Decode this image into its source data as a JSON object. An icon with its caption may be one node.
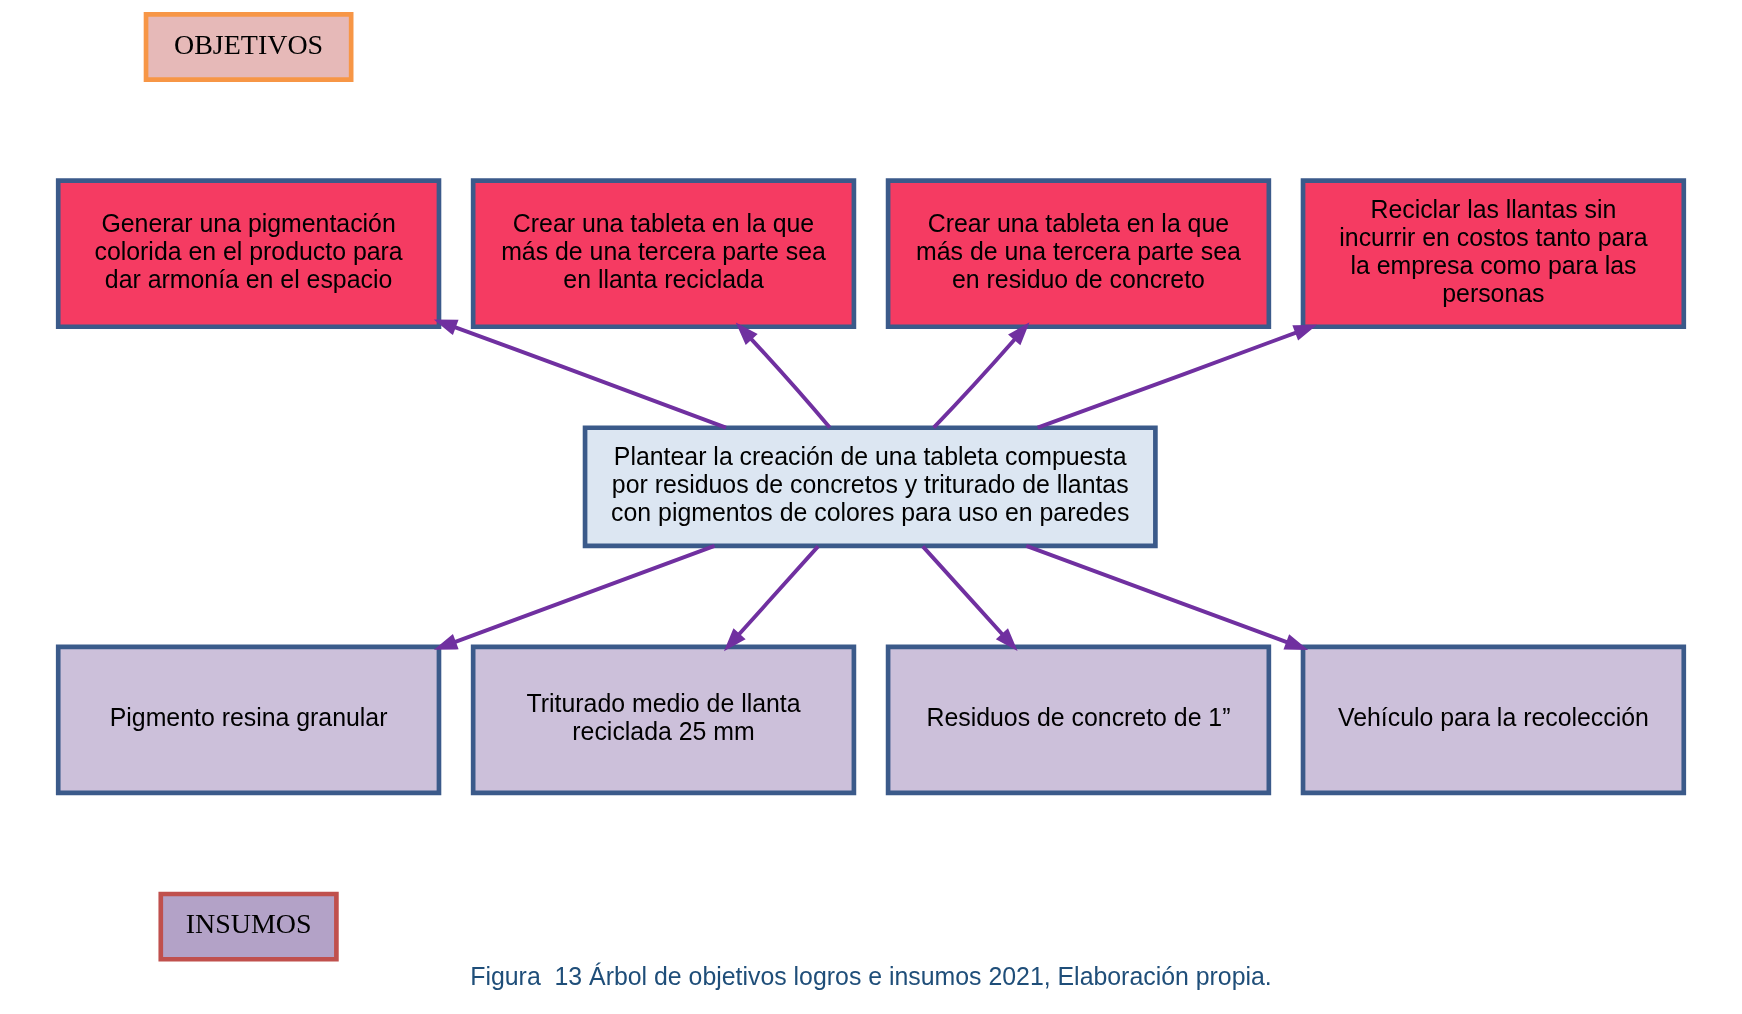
{
  "diagram": {
    "caption": "Figura  13 Árbol de objetivos logros e insumos 2021, Elaboración propia.",
    "nodes": [
      {
        "text": [
          "OBJETIVOS"
        ]
      },
      {
        "text": [
          "Generar una pigmentación colorida en el producto para dar armonía en el espacio"
        ]
      },
      {
        "text": [
          "Crear una tableta en la que más de una tercera parte sea en llanta reciclada"
        ]
      },
      {
        "text": [
          "Crear una tableta en la que más de una tercera parte sea en residuo de concreto"
        ]
      },
      {
        "text": [
          "Reciclar las llantas sin incurrir en costos tanto para la empresa como para las personas"
        ]
      },
      {
        "text": [
          "Plantear la creación de una tableta compuesta por residuos de concretos y triturado de llantas con pigmentos de colores para uso en paredes"
        ]
      },
      {
        "text": [
          "Pigmento resina granular"
        ]
      },
      {
        "text": [
          "Triturado medio de llanta reciclada 25 mm"
        ]
      },
      {
        "text": [
          "Residuos de concreto de 1”"
        ]
      },
      {
        "text": [
          "Vehículo para la recolección"
        ]
      },
      {
        "text": [
          "INSUMOS"
        ]
      }
    ],
    "edges": [
      {
        "from": 5,
        "to": 1,
        "arrow": "to"
      },
      {
        "from": 5,
        "to": 2,
        "arrow": "to"
      },
      {
        "from": 5,
        "to": 3,
        "arrow": "to"
      },
      {
        "from": 5,
        "to": 4,
        "arrow": "to"
      },
      {
        "from": 5,
        "to": 6,
        "arrow": "to"
      },
      {
        "from": 5,
        "to": 7,
        "arrow": "to"
      },
      {
        "from": 5,
        "to": 8,
        "arrow": "to"
      },
      {
        "from": 5,
        "to": 9,
        "arrow": "to"
      }
    ]
  }
}
